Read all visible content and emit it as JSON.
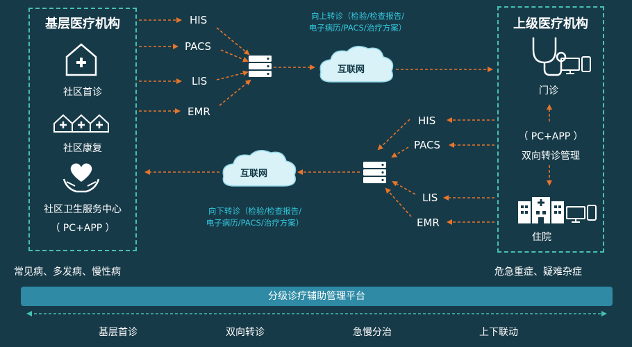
{
  "left_box": {
    "title": "基层医疗机构",
    "items": [
      {
        "label": "社区首诊",
        "icon": "house-medical-icon"
      },
      {
        "label": "社区康复",
        "icon": "houses-medical-icon"
      },
      {
        "label": "社区卫生服务中心",
        "icon": "hands-heart-icon"
      }
    ],
    "sub": "（ PC+APP ）"
  },
  "right_box": {
    "title": "上级医疗机构",
    "outpatient": "门诊",
    "channel": "（ PC+APP ）",
    "manage": "双向转诊管理",
    "inpatient": "住院"
  },
  "upward_systems": [
    "HIS",
    "PACS",
    "LIS",
    "EMR"
  ],
  "downward_systems": [
    "HIS",
    "PACS",
    "LIS",
    "EMR"
  ],
  "cloud_label": "互联网",
  "upward_note": [
    "向上转诊（检验/检查报告/",
    "电子病历/PACS/治疗方案）"
  ],
  "downward_note": [
    "向下转诊（检验/检查报告/",
    "电子病历/PACS/治疗方案）"
  ],
  "left_caption": "常见病、多发病、慢性病",
  "right_caption": "危急重症、疑难杂症",
  "platform": "分级诊疗辅助管理平台",
  "features": [
    "基层首诊",
    "双向转诊",
    "急慢分治",
    "上下联动"
  ],
  "colors": {
    "background": "#173a48",
    "box_border": "#48c0b3",
    "arrow": "#e8752a",
    "note_text": "#34c8de",
    "platform_bar": "#2e8aa5"
  }
}
